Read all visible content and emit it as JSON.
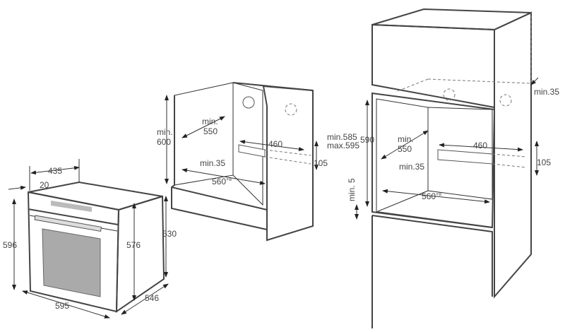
{
  "oven": {
    "depth": "435",
    "front_offset": "20",
    "height_total": "596",
    "height_body": "576",
    "side_height": "530",
    "width": "595",
    "side_depth": "546"
  },
  "undercounter_niche": {
    "height": "min.\n600",
    "height_l1": "min.",
    "height_l2": "600",
    "depth_l1": "min.",
    "depth_l2": "550",
    "vent_width": "460",
    "clearance": "min.35",
    "vent_height": "105",
    "width": "560",
    "width_tolerance": "+8"
  },
  "tall_cabinet_niche": {
    "height_range_l1": "min.585",
    "height_range_l2": "max.595",
    "height": "590",
    "depth_l1": "min.",
    "depth_l2": "550",
    "vent_width": "460",
    "clearance": "min.35",
    "vent_height": "105",
    "width": "560",
    "width_tolerance": "+8",
    "bottom_gap": "min. 5",
    "top_gap": "min.35"
  },
  "colors": {
    "panel": "#c8c8c8",
    "back_wall": "#bdbdbd",
    "line": "#444444"
  }
}
